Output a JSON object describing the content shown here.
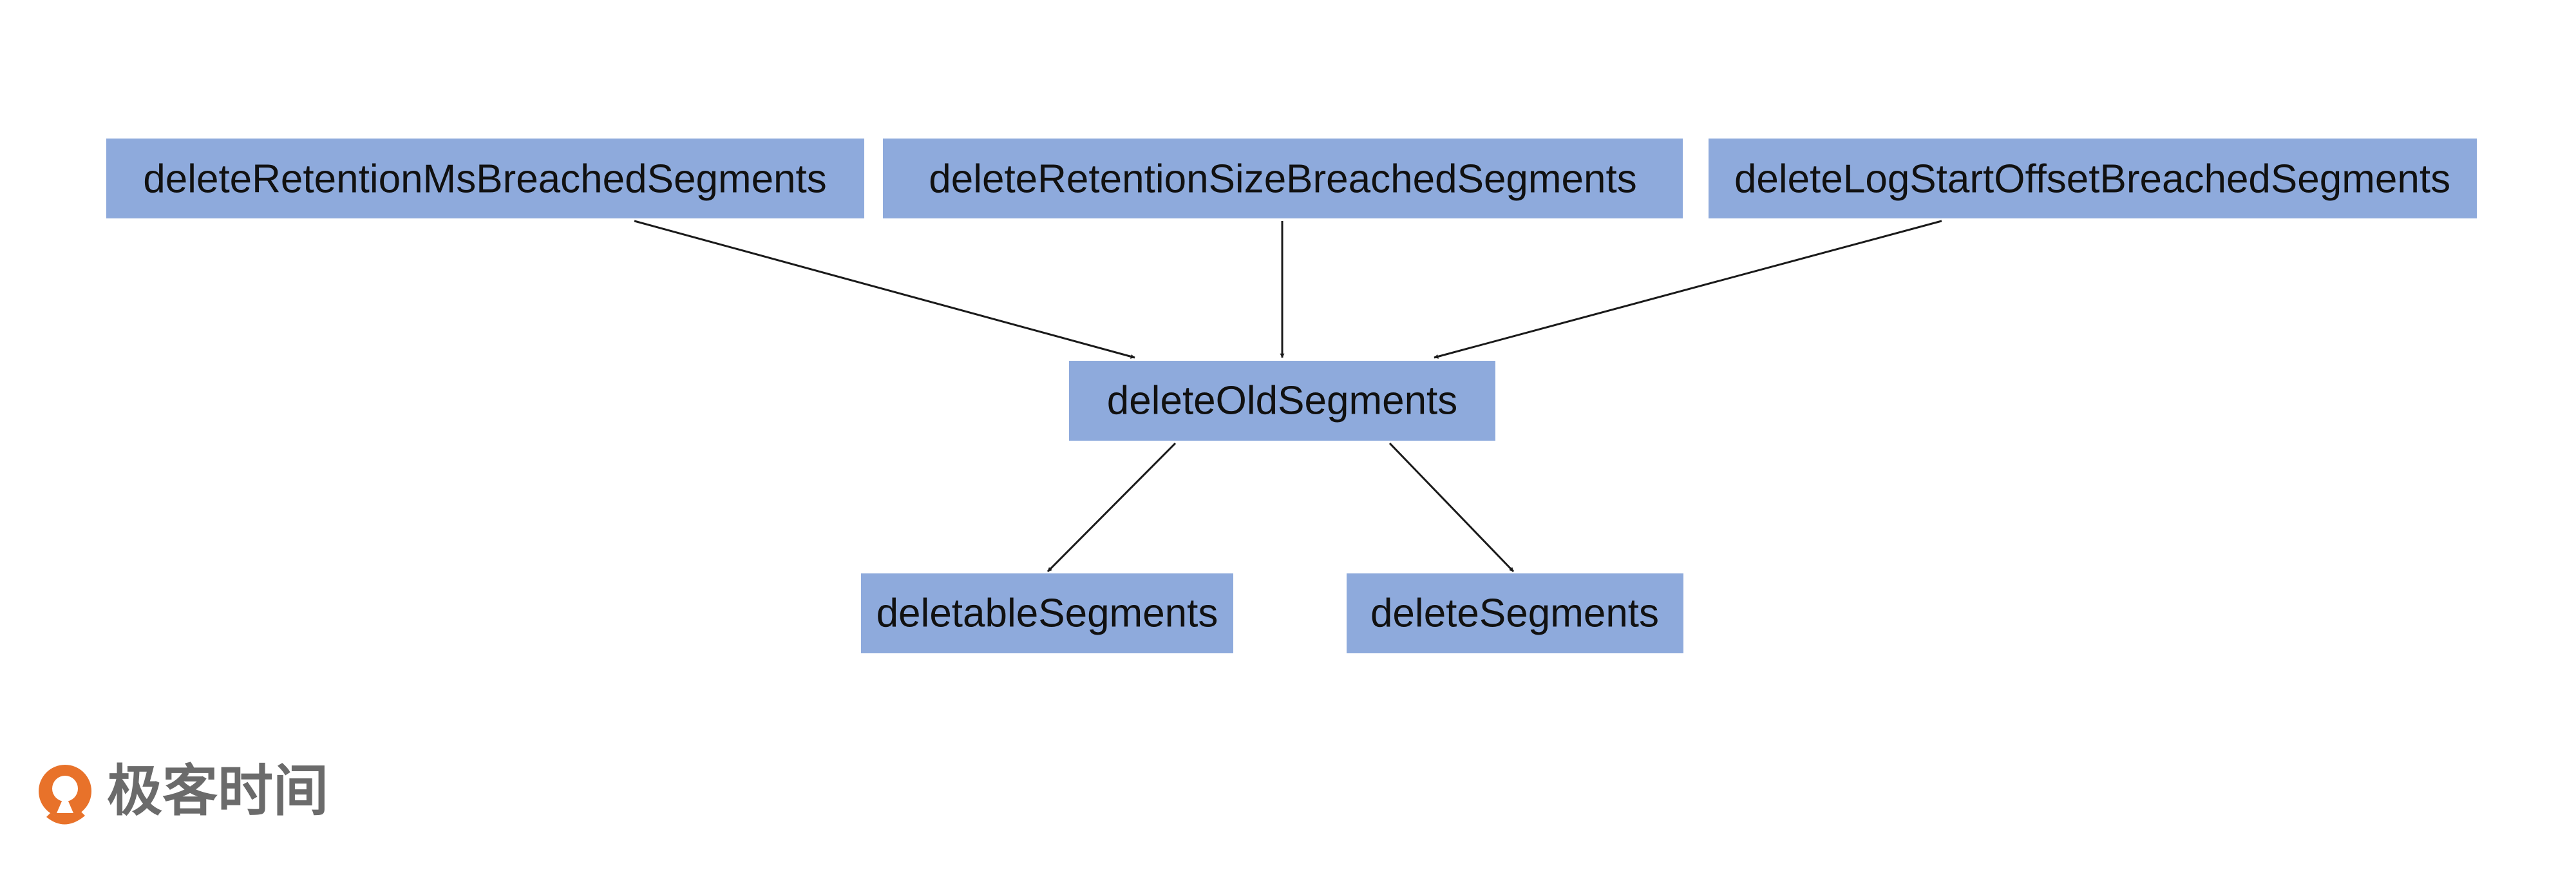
{
  "diagram": {
    "nodes": {
      "retention_ms": "deleteRetentionMsBreachedSegments",
      "retention_size": "deleteRetentionSizeBreachedSegments",
      "log_start_offset": "deleteLogStartOffsetBreachedSegments",
      "old_segments": "deleteOldSegments",
      "deletable_segments": "deletableSegments",
      "delete_segments": "deleteSegments"
    },
    "edges": [
      {
        "from": "retention_ms",
        "to": "old_segments"
      },
      {
        "from": "retention_size",
        "to": "old_segments"
      },
      {
        "from": "log_start_offset",
        "to": "old_segments"
      },
      {
        "from": "old_segments",
        "to": "deletable_segments"
      },
      {
        "from": "old_segments",
        "to": "delete_segments"
      }
    ],
    "colors": {
      "node_fill": "#8eaadc",
      "edge": "#1a1a1a",
      "logo_orange": "#e8722a"
    }
  },
  "watermark": {
    "text": "极客时间",
    "icon": "geektime-logo-icon"
  }
}
